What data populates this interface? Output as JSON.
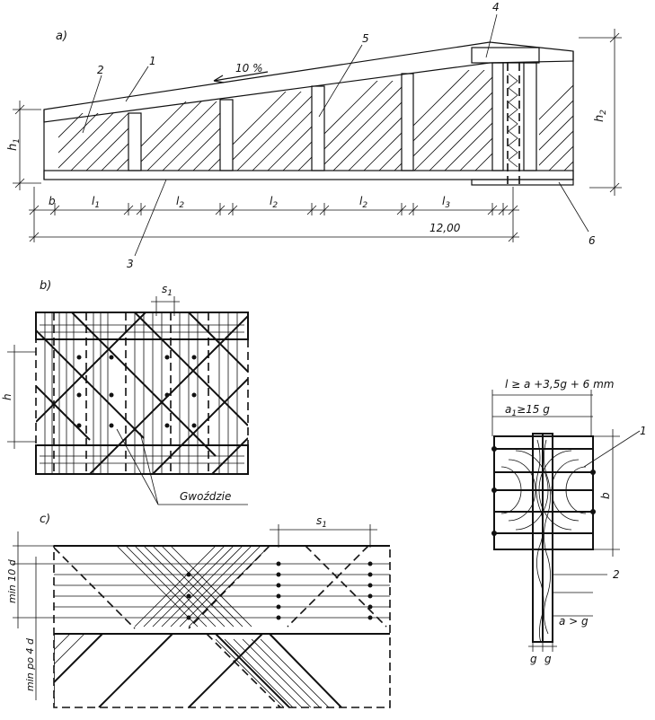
{
  "panels": {
    "a": {
      "label": "a)",
      "slope": "10 %",
      "callouts": [
        "1",
        "2",
        "3",
        "4",
        "5",
        "6"
      ],
      "dims": {
        "b": "b",
        "l1": "l",
        "l1_sub": "1",
        "l2": "l",
        "l2_sub": "2",
        "l3": "l",
        "l3_sub": "3",
        "span": "12,00",
        "h1": "h",
        "h1_sub": "1",
        "h2": "h",
        "h2_sub": "2"
      }
    },
    "b": {
      "label": "b)",
      "s1": "s",
      "s1_sub": "1",
      "h": "h",
      "nails": "Gwoździe"
    },
    "c": {
      "label": "c)",
      "s1": "s",
      "s1_sub": "1",
      "min10d": "min 10 d",
      "min4d": "min po 4 d"
    },
    "detail": {
      "formula_l": "l ≥ a +3,5g + 6 mm",
      "a1": "a",
      "a1_sub": "1",
      "a1_rest": "≥15 g",
      "b": "b",
      "ref1": "1",
      "ref2": "2",
      "a_gt_g": "a > g",
      "g1": "g",
      "g2": "g"
    }
  }
}
